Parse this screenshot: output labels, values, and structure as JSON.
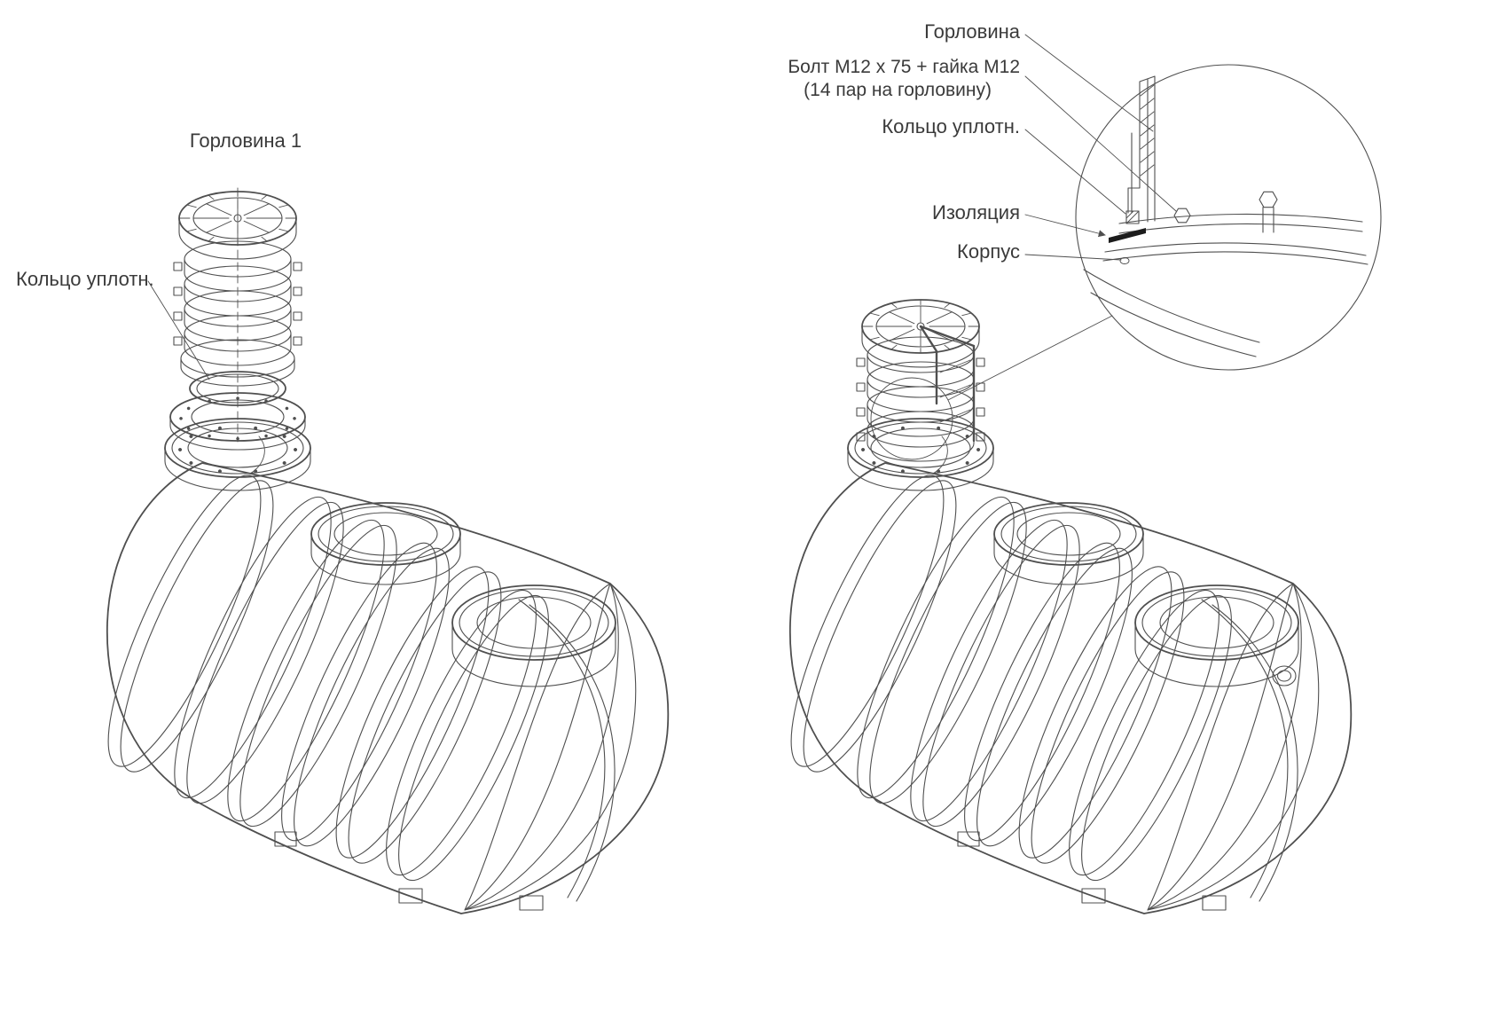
{
  "figure": {
    "left": {
      "title": "Горловина 1",
      "seal_label": "Кольцо уплотн."
    },
    "right": {
      "neck_label": "Горловина",
      "bolt_label_line1": "Болт М12 х 75 + гайка М12",
      "bolt_label_line2": "(14 пар на горловину)",
      "seal_label": "Кольцо уплотн.",
      "insulation_label": "Изоляция",
      "body_label": "Корпус"
    }
  },
  "colors": {
    "line": "#4f4f4f",
    "text": "#3a3a3a",
    "background": "#ffffff",
    "insulation": "#1c1c1c"
  }
}
